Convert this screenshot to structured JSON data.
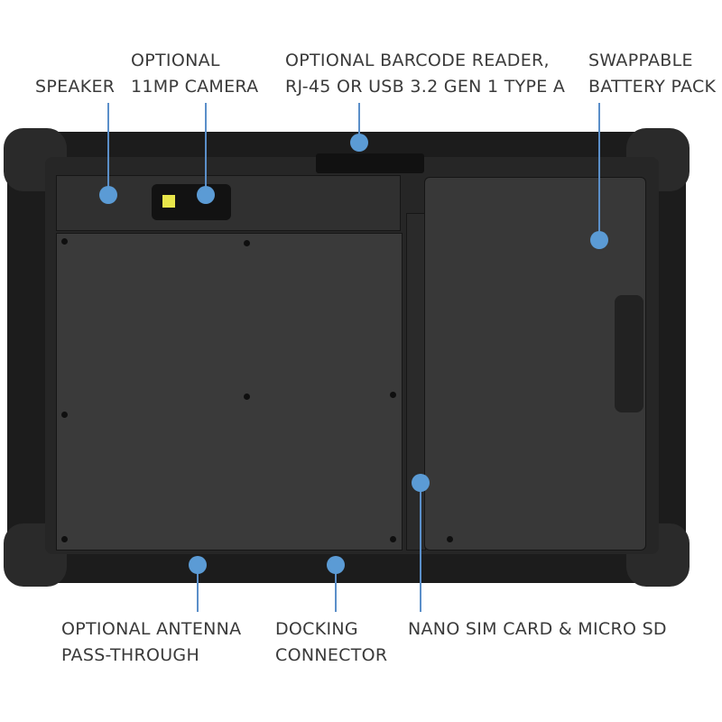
{
  "title": "Rugged tablet rear view features",
  "accent_color": "#5b9bd5",
  "callouts": {
    "speaker": {
      "lines": [
        "SPEAKER"
      ]
    },
    "camera": {
      "lines": [
        "OPTIONAL",
        "11MP CAMERA"
      ]
    },
    "barcode": {
      "lines": [
        "OPTIONAL BARCODE READER,",
        "RJ-45 OR USB 3.2 GEN 1 TYPE A"
      ]
    },
    "battery": {
      "lines": [
        "SWAPPABLE",
        "BATTERY PACK"
      ]
    },
    "antenna": {
      "lines": [
        "OPTIONAL ANTENNA",
        "PASS-THROUGH"
      ]
    },
    "docking": {
      "lines": [
        "DOCKING",
        "CONNECTOR"
      ]
    },
    "sim": {
      "lines": [
        "NANO SIM CARD & MICRO SD"
      ]
    }
  }
}
